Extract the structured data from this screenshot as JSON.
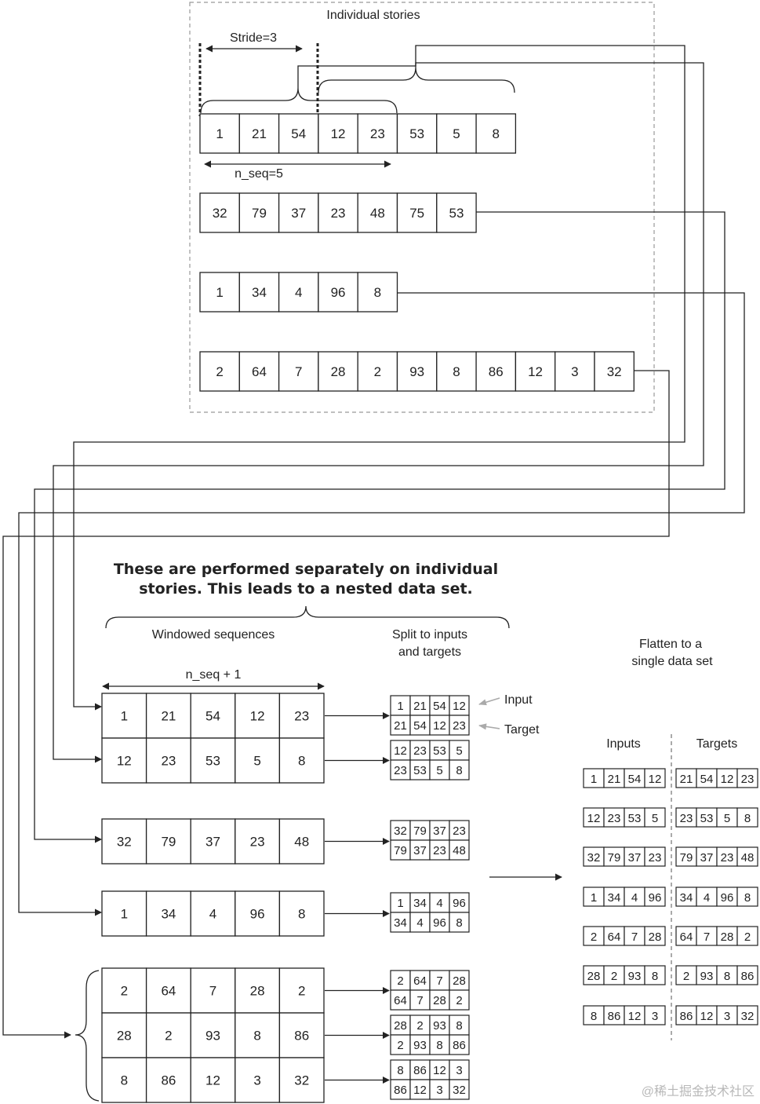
{
  "stories_title": "Individual stories",
  "stride_label": "Stride=3",
  "nseq_label": "n_seq=5",
  "stories": [
    [
      "1",
      "21",
      "54",
      "12",
      "23",
      "53",
      "5",
      "8"
    ],
    [
      "32",
      "79",
      "37",
      "23",
      "48",
      "75",
      "53"
    ],
    [
      "1",
      "34",
      "4",
      "96",
      "8"
    ],
    [
      "2",
      "64",
      "7",
      "28",
      "2",
      "93",
      "8",
      "86",
      "12",
      "3",
      "32"
    ]
  ],
  "note_line1": "These are performed separately on individual",
  "note_line2": "stories. This leads to a nested data set.",
  "windowed_label": "Windowed sequences",
  "split_label_line1": "Split to inputs",
  "split_label_line2": "and targets",
  "nseq_plus_label": "n_seq + 1",
  "input_label": "Input",
  "target_label": "Target",
  "windows": [
    [
      [
        "1",
        "21",
        "54",
        "12",
        "23"
      ],
      [
        "12",
        "23",
        "53",
        "5",
        "8"
      ]
    ],
    [
      [
        "32",
        "79",
        "37",
        "23",
        "48"
      ]
    ],
    [
      [
        "1",
        "34",
        "4",
        "96",
        "8"
      ]
    ],
    [
      [
        "2",
        "64",
        "7",
        "28",
        "2"
      ],
      [
        "28",
        "2",
        "93",
        "8",
        "86"
      ],
      [
        "8",
        "86",
        "12",
        "3",
        "32"
      ]
    ]
  ],
  "flatten_label_line1": "Flatten to a",
  "flatten_label_line2": "single data set",
  "inputs_header": "Inputs",
  "targets_header": "Targets",
  "flat_pairs": [
    {
      "input": [
        "1",
        "21",
        "54",
        "12"
      ],
      "target": [
        "21",
        "54",
        "12",
        "23"
      ]
    },
    {
      "input": [
        "12",
        "23",
        "53",
        "5"
      ],
      "target": [
        "23",
        "53",
        "5",
        "8"
      ]
    },
    {
      "input": [
        "32",
        "79",
        "37",
        "23"
      ],
      "target": [
        "79",
        "37",
        "23",
        "48"
      ]
    },
    {
      "input": [
        "1",
        "34",
        "4",
        "96"
      ],
      "target": [
        "34",
        "4",
        "96",
        "8"
      ]
    },
    {
      "input": [
        "2",
        "64",
        "7",
        "28"
      ],
      "target": [
        "64",
        "7",
        "28",
        "2"
      ]
    },
    {
      "input": [
        "28",
        "2",
        "93",
        "8"
      ],
      "target": [
        "2",
        "93",
        "8",
        "86"
      ]
    },
    {
      "input": [
        "8",
        "86",
        "12",
        "3"
      ],
      "target": [
        "86",
        "12",
        "3",
        "32"
      ]
    }
  ],
  "watermark": "@稀土掘金技术社区",
  "colors": {
    "line": "#222222",
    "dashed_frame": "#999999",
    "pointer_arrow": "#aaaaaa",
    "watermark": "#b8b8b8"
  }
}
